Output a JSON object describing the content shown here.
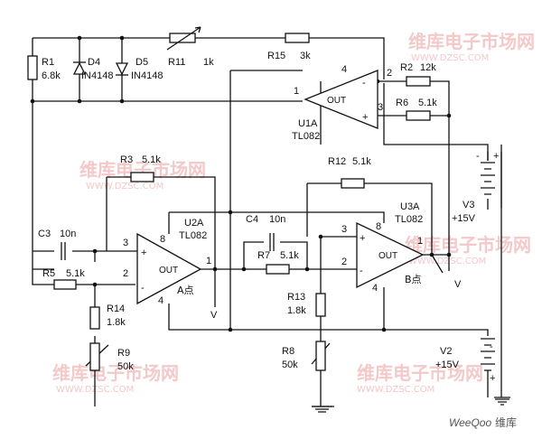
{
  "components": {
    "R1": {
      "ref": "R1",
      "value": "6.8k"
    },
    "D4": {
      "ref": "D4",
      "value": "IN4148"
    },
    "D5": {
      "ref": "D5",
      "value": "IN4148"
    },
    "R11": {
      "ref": "R11",
      "value": "1k"
    },
    "R15": {
      "ref": "R15",
      "value": "3k"
    },
    "R2": {
      "ref": "R2",
      "value": "12k"
    },
    "R6": {
      "ref": "R6",
      "value": "5.1k"
    },
    "R3": {
      "ref": "R3",
      "value": "5.1k"
    },
    "R12": {
      "ref": "R12",
      "value": "5.1k"
    },
    "C3": {
      "ref": "C3",
      "value": "10n"
    },
    "C4": {
      "ref": "C4",
      "value": "10n"
    },
    "R5": {
      "ref": "R5",
      "value": "5.1k"
    },
    "R7": {
      "ref": "R7",
      "value": "5.1k"
    },
    "R14": {
      "ref": "R14",
      "value": "1.8k"
    },
    "R13": {
      "ref": "R13",
      "value": "1.8k"
    },
    "R9": {
      "ref": "R9",
      "value": "50k"
    },
    "R8": {
      "ref": "R8",
      "value": "50k"
    },
    "V3": {
      "ref": "V3",
      "value": "+15V"
    },
    "V2": {
      "ref": "V2",
      "value": "+15V"
    }
  },
  "opamps": {
    "U1A": {
      "ref": "U1A",
      "part": "TL082",
      "out": "OUT",
      "pins": {
        "inv": "4",
        "noninv": "3",
        "out": "1",
        "supply": "2"
      }
    },
    "U2A": {
      "ref": "U2A",
      "part": "TL082",
      "out": "OUT",
      "pins": {
        "noninv": "3",
        "inv": "2",
        "out": "1",
        "vplus": "8",
        "vminus": "4"
      }
    },
    "U3A": {
      "ref": "U3A",
      "part": "TL082",
      "out": "OUT",
      "pins": {
        "noninv": "3",
        "inv": "2",
        "out": "1",
        "vplus": "8",
        "vminus": "4"
      }
    }
  },
  "points": {
    "A": {
      "label": "A点",
      "probe": "V"
    },
    "B": {
      "label": "B点",
      "probe": "V"
    }
  },
  "signs": {
    "plus": "+",
    "minus": "-"
  },
  "watermark": {
    "brand": "维库电子市场网",
    "url": "WWW.DZSC.COM"
  },
  "footer": {
    "brand": "WeeQoo",
    "suffix": "维库"
  },
  "colors": {
    "line": "#111111",
    "watermark": "#f3c9c9",
    "background": "#ffffff"
  }
}
